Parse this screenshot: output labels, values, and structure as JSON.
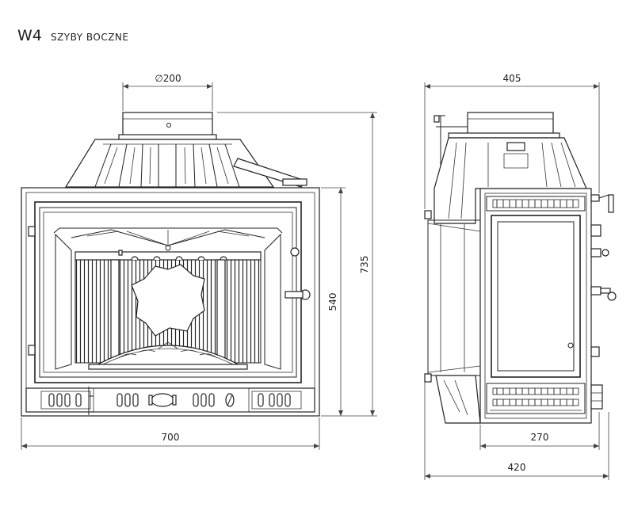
{
  "title": {
    "model": "W4",
    "subtitle": "SZYBY BOCZNE"
  },
  "dimensions": {
    "flue_diameter": "∅200",
    "front_width": "700",
    "front_total_height": "735",
    "front_body_height": "540",
    "side_top_depth": "405",
    "side_body_depth": "270",
    "side_total_depth": "420"
  }
}
